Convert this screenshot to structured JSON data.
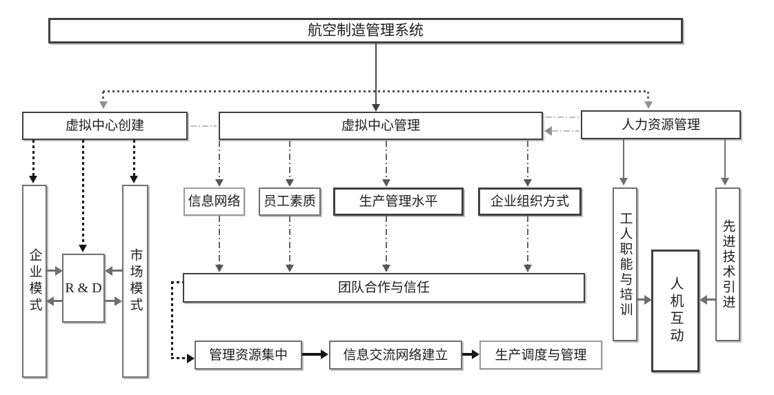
{
  "nodes": {
    "root": "航空制造管理系统",
    "vc_create": "虚拟中心创建",
    "vc_manage": "虚拟中心管理",
    "hr": "人力资源管理",
    "enterprise_mode": "企业模式",
    "rd": "R & D",
    "market_mode": "市场模式",
    "info_network": "信息网络",
    "staff_quality": "员工素质",
    "production_mgmt_level": "生产管理水平",
    "org_mode": "企业组织方式",
    "teamwork": "团队合作与信任",
    "resource_concentration": "管理资源集中",
    "info_exchange_network": "信息交流网络建立",
    "production_scheduling": "生产调度与管理",
    "worker_training": "工人职能与培训",
    "human_machine": "人机互动",
    "advanced_tech": "先进技术引进"
  },
  "edges": [
    {
      "from": "root",
      "to": "vc_manage",
      "style": "solid-arrow"
    },
    {
      "from": "root",
      "to": "vc_create",
      "style": "dotted-arrow"
    },
    {
      "from": "root",
      "to": "hr",
      "style": "dotted-arrow"
    },
    {
      "from": "vc_create",
      "to": "vc_manage",
      "style": "dashdot"
    },
    {
      "from": "hr",
      "to": "vc_manage",
      "style": "dashdot-arrow"
    },
    {
      "from": "vc_create",
      "to": "enterprise_mode",
      "style": "bold-dotted-arrow"
    },
    {
      "from": "vc_create",
      "to": "rd",
      "style": "bold-dotted-arrow"
    },
    {
      "from": "vc_create",
      "to": "market_mode",
      "style": "bold-dotted-arrow"
    },
    {
      "from": "enterprise_mode",
      "to": "rd",
      "style": "solid-arrow"
    },
    {
      "from": "rd",
      "to": "enterprise_mode",
      "style": "solid-arrow"
    },
    {
      "from": "market_mode",
      "to": "rd",
      "style": "solid-arrow"
    },
    {
      "from": "rd",
      "to": "market_mode",
      "style": "solid-arrow"
    },
    {
      "from": "vc_manage",
      "to": "info_network",
      "style": "dashdot-arrow"
    },
    {
      "from": "vc_manage",
      "to": "staff_quality",
      "style": "dashdot-arrow"
    },
    {
      "from": "vc_manage",
      "to": "production_mgmt_level",
      "style": "dashdot-arrow"
    },
    {
      "from": "vc_manage",
      "to": "org_mode",
      "style": "dashdot-arrow"
    },
    {
      "from": "info_network",
      "to": "teamwork",
      "style": "dashdot-arrow"
    },
    {
      "from": "staff_quality",
      "to": "teamwork",
      "style": "dashdot-arrow"
    },
    {
      "from": "production_mgmt_level",
      "to": "teamwork",
      "style": "dashdot-arrow"
    },
    {
      "from": "org_mode",
      "to": "teamwork",
      "style": "dashdot-arrow"
    },
    {
      "from": "teamwork",
      "to": "resource_concentration",
      "style": "bold-dotted-arrow"
    },
    {
      "from": "resource_concentration",
      "to": "info_exchange_network",
      "style": "solid-arrow"
    },
    {
      "from": "info_exchange_network",
      "to": "production_scheduling",
      "style": "solid-arrow"
    },
    {
      "from": "hr",
      "to": "worker_training",
      "style": "solid-arrow"
    },
    {
      "from": "hr",
      "to": "advanced_tech",
      "style": "solid-arrow"
    },
    {
      "from": "worker_training",
      "to": "human_machine",
      "style": "solid-arrow"
    },
    {
      "from": "advanced_tech",
      "to": "human_machine",
      "style": "solid-arrow"
    }
  ],
  "colors": {
    "background": "#ffffff",
    "box_border_dark": "#3f3f3f",
    "box_border_light": "#9a9a9a",
    "line_dark": "#4a4a4a",
    "line_gray": "#6f6f6f",
    "line_light": "#bdbdbd",
    "line_black": "#161616",
    "text": "#1b1b1b"
  }
}
